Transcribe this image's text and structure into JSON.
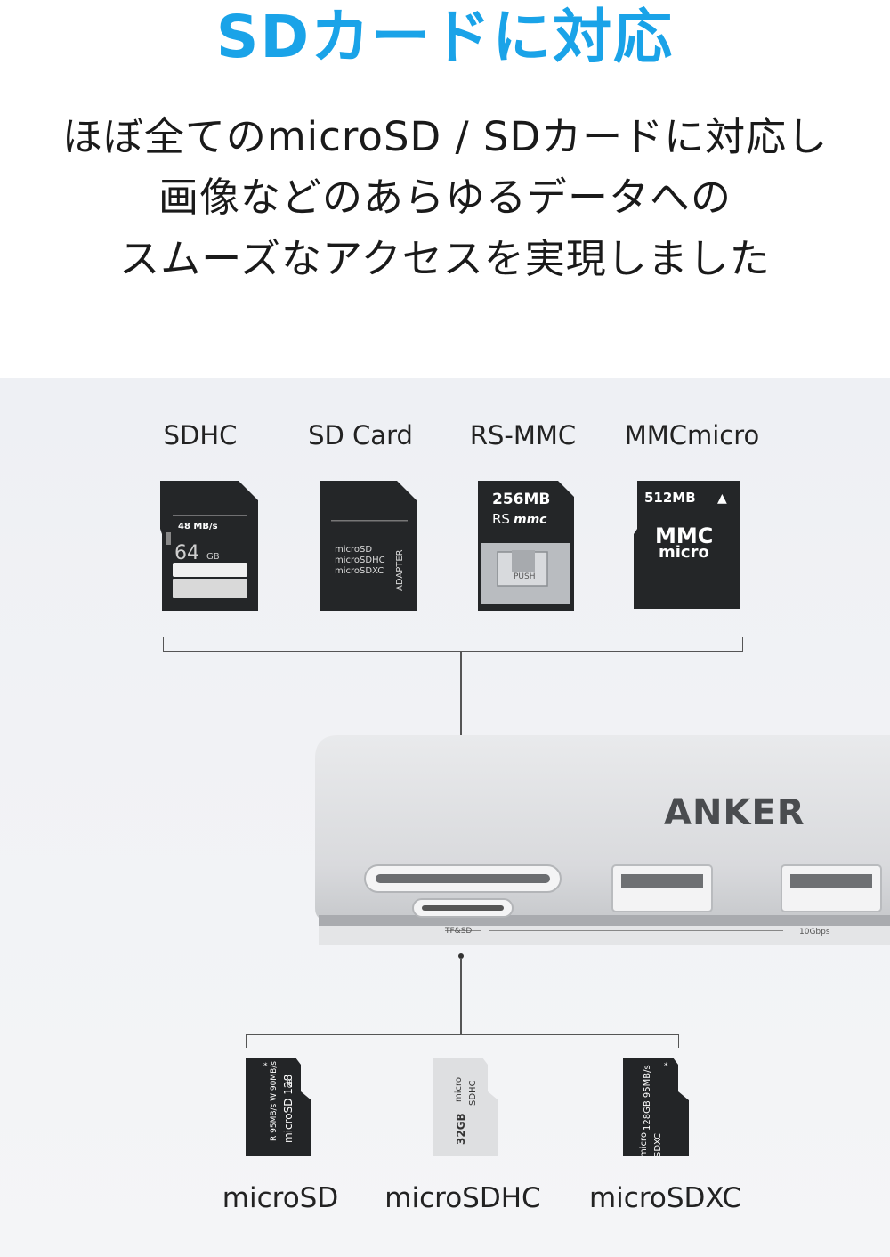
{
  "colors": {
    "accent": "#1aa3e8",
    "dark_card": "#222426",
    "silver": "#d9dadd"
  },
  "header": {
    "title": "SDカードに対応",
    "lines": [
      "ほぼ全てのmicroSD / SDカードに対応し",
      "画像などのあらゆるデータへの",
      "スムーズなアクセスを実現しました"
    ]
  },
  "cards": {
    "labels": [
      "SDHC",
      "SD Card",
      "RS-MMC",
      "MMCmicro"
    ],
    "sdhc": {
      "speed": "48 MB/s",
      "capacity": "64",
      "unit": "GB"
    },
    "sd_adapter": {
      "lines": [
        "microSD",
        "microSDHC",
        "microSDXC"
      ],
      "side": "ADAPTER"
    },
    "rsmmc": {
      "capacity": "256MB",
      "brand_a": "RS",
      "brand_b": "mmc",
      "push": "PUSH"
    },
    "mmcmicro": {
      "capacity": "512MB",
      "mark": "▲",
      "line1": "MMC",
      "line2": "micro"
    }
  },
  "hub": {
    "brand": "ANKER",
    "port_label": "TF&SD",
    "usb_label": "10Gbps"
  },
  "micro_cards": {
    "labels": [
      "microSD",
      "microSDHC",
      "microSDXC"
    ],
    "microsd": {
      "line1": "R 95MB/s W 90MB/s",
      "line2": "microSD 128",
      "unit": "GB",
      "star": "*"
    },
    "microsdhc": {
      "line1": "micro",
      "line2": "SDHC",
      "cap": "32GB"
    },
    "microsdxc": {
      "line1": "128GB 95MB/s",
      "line2": "micro",
      "line3": "SDXC",
      "star": "*"
    }
  }
}
